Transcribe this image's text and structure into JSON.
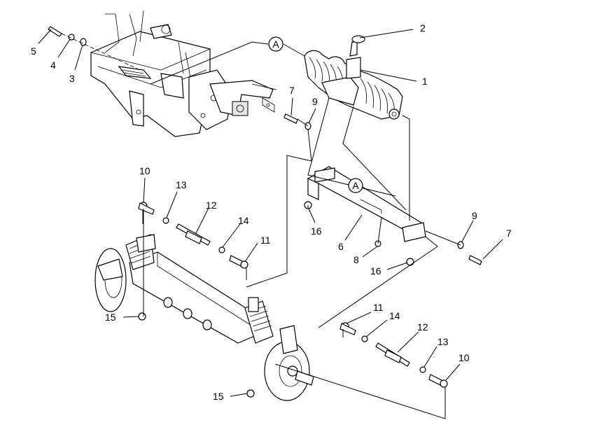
{
  "diagram": {
    "callouts": {
      "c1": "1",
      "c2": "2",
      "c3": "3",
      "c4": "4",
      "c5": "5",
      "c6": "6",
      "c7a": "7",
      "c7b": "7",
      "c8": "8",
      "c9a": "9",
      "c9b": "9",
      "c10a": "10",
      "c10b": "10",
      "c11a": "11",
      "c11b": "11",
      "c12a": "12",
      "c12b": "12",
      "c13a": "13",
      "c13b": "13",
      "c14a": "14",
      "c14b": "14",
      "c15a": "15",
      "c15b": "15",
      "c16a": "16",
      "c16b": "16"
    },
    "refs": {
      "ra": "A",
      "rb": "A"
    }
  }
}
